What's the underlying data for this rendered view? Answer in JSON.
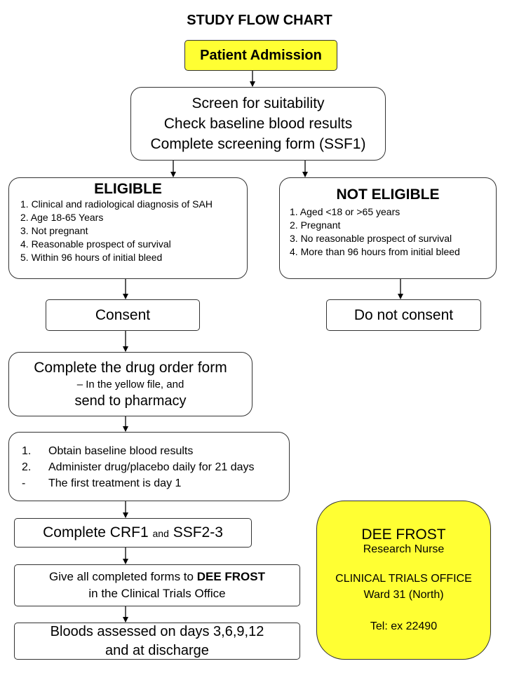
{
  "title": "STUDY FLOW CHART",
  "admission": "Patient Admission",
  "screening": [
    "Screen for suitability",
    "Check baseline blood results",
    "Complete screening form (SSF1)"
  ],
  "eligible": {
    "heading": "ELIGIBLE",
    "criteria": [
      "1. Clinical and radiological diagnosis of SAH",
      "2. Age 18-65 Years",
      "3. Not pregnant",
      "4. Reasonable prospect of survival",
      "5. Within 96 hours of initial bleed"
    ]
  },
  "not_eligible": {
    "heading": "NOT ELIGIBLE",
    "criteria": [
      "1. Aged <18 or >65 years",
      "2. Pregnant",
      "3. No reasonable prospect of survival",
      "4. More than 96 hours from initial bleed"
    ]
  },
  "consent": "Consent",
  "no_consent": "Do not consent",
  "drug_order": {
    "line1": "Complete the drug order form",
    "line2": "– In the yellow file, and",
    "line3": "send to pharmacy"
  },
  "steps": [
    {
      "marker": "1.",
      "text": "Obtain baseline blood results"
    },
    {
      "marker": "2.",
      "text": "Administer drug/placebo daily for 21 days"
    },
    {
      "marker": "-",
      "text": "The first treatment is day 1"
    }
  ],
  "crf": {
    "part1": "Complete CRF1",
    "joiner": "and",
    "part2": "SSF2-3"
  },
  "give_forms": {
    "line1_pre": "Give all completed forms to",
    "line1_bold": "DEE FROST",
    "line2": "in the Clinical Trials Office"
  },
  "bloods": {
    "line1": "Bloods assessed on days 3,6,9,12",
    "line2": "and at discharge"
  },
  "contact": {
    "name": "DEE FROST",
    "role": "Research Nurse",
    "office": "CLINICAL TRIALS OFFICE",
    "ward": "Ward 31 (North)",
    "tel": "Tel: ex 22490"
  },
  "colors": {
    "highlight": "#ffff33",
    "border": "#333333"
  }
}
